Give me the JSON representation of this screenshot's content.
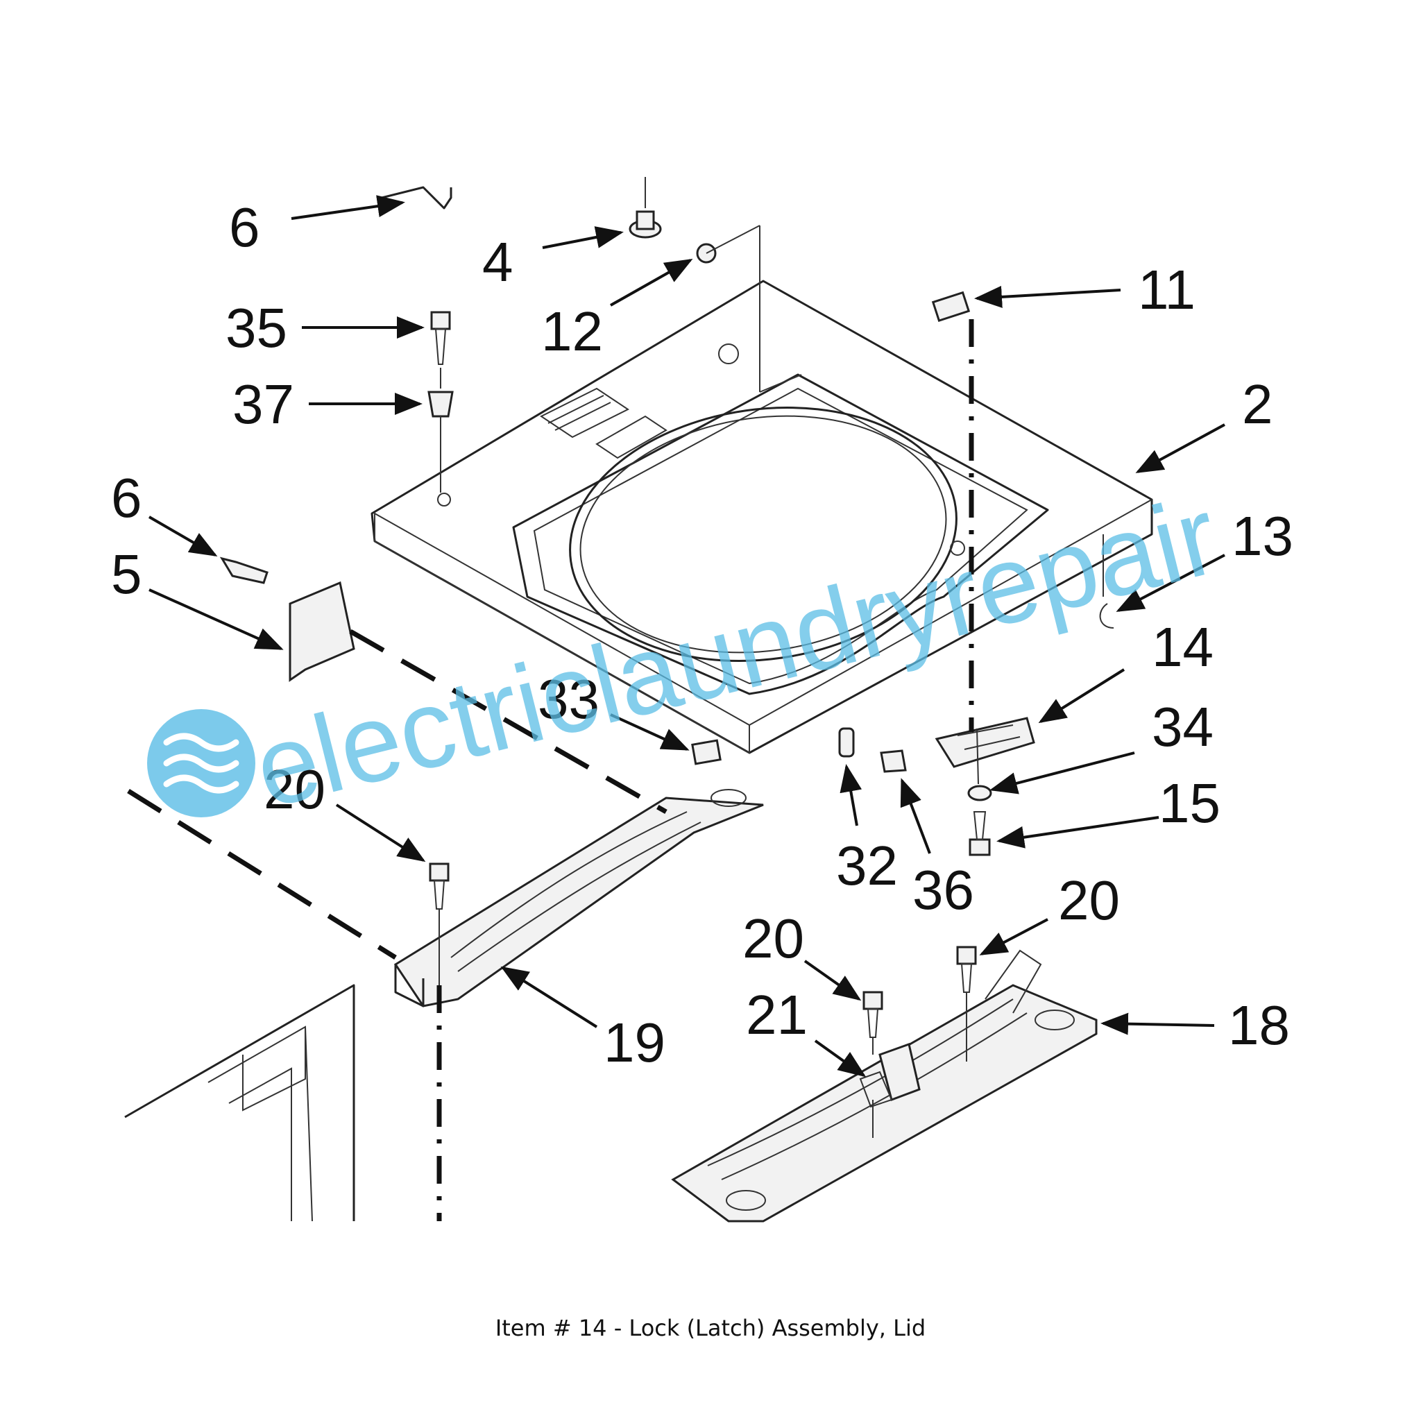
{
  "diagram": {
    "callouts": [
      {
        "id": "6",
        "text": "6"
      },
      {
        "id": "4",
        "text": "4"
      },
      {
        "id": "12",
        "text": "12"
      },
      {
        "id": "11",
        "text": "11"
      },
      {
        "id": "35",
        "text": "35"
      },
      {
        "id": "37",
        "text": "37"
      },
      {
        "id": "2",
        "text": "2"
      },
      {
        "id": "13",
        "text": "13"
      },
      {
        "id": "26",
        "text": "6"
      },
      {
        "id": "25",
        "text": "5"
      },
      {
        "id": "14",
        "text": "14"
      },
      {
        "id": "33",
        "text": "33"
      },
      {
        "id": "34",
        "text": "34"
      },
      {
        "id": "20a",
        "text": "20"
      },
      {
        "id": "15",
        "text": "15"
      },
      {
        "id": "32",
        "text": "32"
      },
      {
        "id": "36",
        "text": "36"
      },
      {
        "id": "20b",
        "text": "20"
      },
      {
        "id": "20c",
        "text": "20"
      },
      {
        "id": "21",
        "text": "21"
      },
      {
        "id": "19",
        "text": "19"
      },
      {
        "id": "18",
        "text": "18"
      }
    ]
  },
  "watermark": {
    "text": "electriclaundryrepair",
    "color": "#5bbde6"
  },
  "caption": "Item # 14 - Lock (Latch) Assembly, Lid"
}
